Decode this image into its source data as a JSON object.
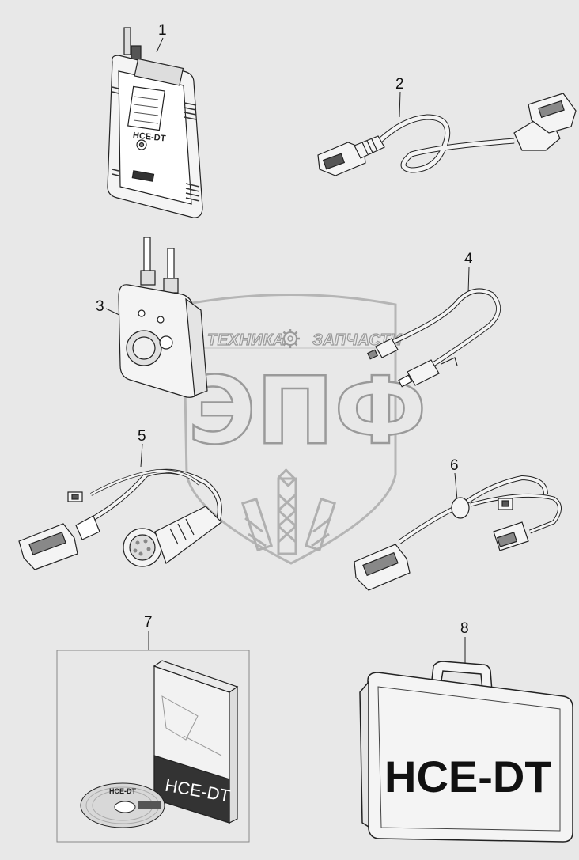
{
  "watermark": {
    "left_text": "ТЕХНИКА",
    "right_text": "ЗАПЧАСТИ",
    "big_text": "ЭПФ"
  },
  "callouts": [
    "1",
    "2",
    "3",
    "4",
    "5",
    "6",
    "7",
    "8"
  ],
  "device1": {
    "label": "HCE-DT"
  },
  "manual": {
    "cover_text": "HCE-DT",
    "cd_label": "HCE-DT"
  },
  "case": {
    "label": "HCE-DT"
  }
}
